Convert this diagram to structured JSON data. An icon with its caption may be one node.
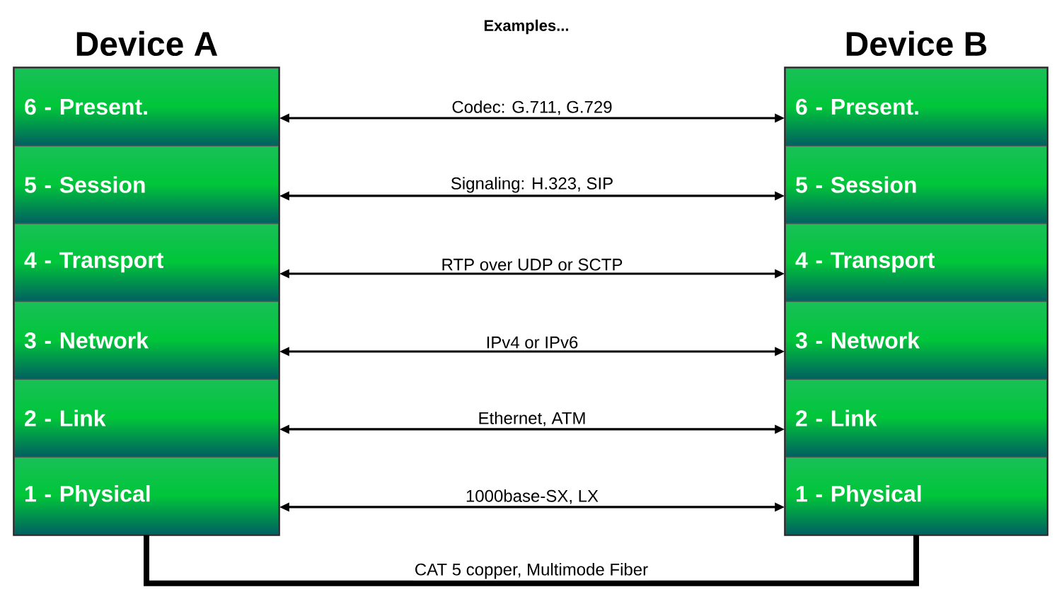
{
  "diagram": {
    "nodes": [
      {
        "text": [
          "Device A"
        ]
      },
      {
        "text": [
          "6 - Present."
        ],
        "in": 0
      },
      {
        "text": [
          "5 - Session"
        ],
        "in": 0
      },
      {
        "text": [
          "4 - Transport"
        ],
        "in": 0
      },
      {
        "text": [
          "3 - Network"
        ],
        "in": 0
      },
      {
        "text": [
          "2 - Link"
        ],
        "in": 0
      },
      {
        "text": [
          "1 - Physical"
        ],
        "in": 0
      },
      {
        "text": [
          "Device B"
        ]
      },
      {
        "text": [
          "6 - Present."
        ],
        "in": 7
      },
      {
        "text": [
          "5 - Session"
        ],
        "in": 7
      },
      {
        "text": [
          "4 - Transport"
        ],
        "in": 7
      },
      {
        "text": [
          "3 - Network"
        ],
        "in": 7
      },
      {
        "text": [
          "2 - Link"
        ],
        "in": 7
      },
      {
        "text": [
          "1 - Physical"
        ],
        "in": 7
      }
    ],
    "edges": [
      {
        "from": 1,
        "to": 8,
        "arrow": "both",
        "label": "Codec: G.711, G.729"
      },
      {
        "from": 2,
        "to": 9,
        "arrow": "both",
        "label": "Signaling: H.323, SIP"
      },
      {
        "from": 3,
        "to": 10,
        "arrow": "both",
        "label": "RTP over UDP or SCTP"
      },
      {
        "from": 4,
        "to": 11,
        "arrow": "both",
        "label": "IPv4 or IPv6"
      },
      {
        "from": 5,
        "to": 12,
        "arrow": "both",
        "label": "Ethernet, ATM"
      },
      {
        "from": 6,
        "to": 13,
        "arrow": "both",
        "label": "1000base-SX, LX"
      },
      {
        "from": 6,
        "to": 13,
        "arrow": "none",
        "style": "thick",
        "label": "CAT 5 copper, Multimode Fiber"
      }
    ],
    "labels": [
      "Examples..."
    ]
  }
}
